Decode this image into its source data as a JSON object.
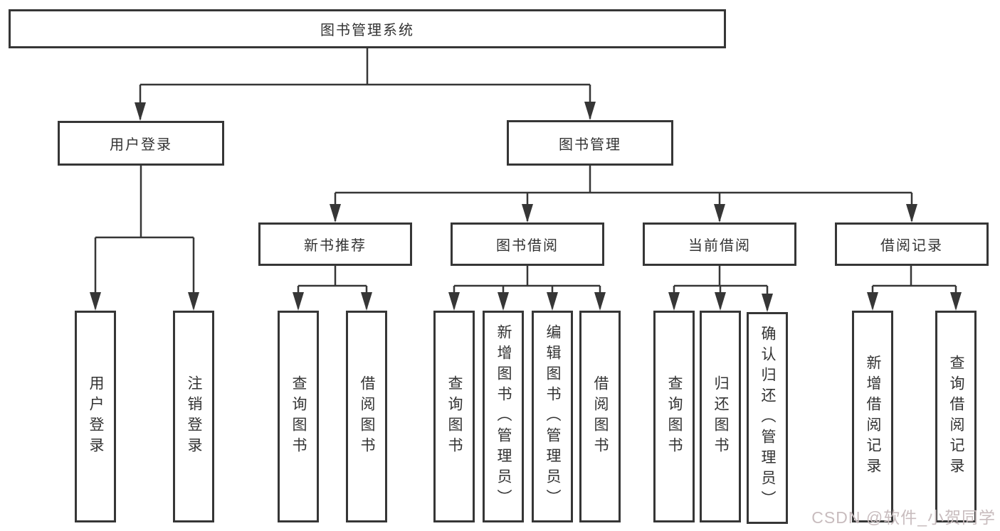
{
  "diagram": {
    "root": {
      "label": "图书管理系统"
    },
    "level2": [
      {
        "label": "用户登录"
      },
      {
        "label": "图书管理"
      }
    ],
    "level3": [
      {
        "label": "新书推荐"
      },
      {
        "label": "图书借阅"
      },
      {
        "label": "当前借阅"
      },
      {
        "label": "借阅记录"
      }
    ],
    "leaves": [
      {
        "label": "用户登录"
      },
      {
        "label": "注销登录"
      },
      {
        "label": "查询图书"
      },
      {
        "label": "借阅图书"
      },
      {
        "label": "查询图书"
      },
      {
        "label": "新增图书（管理员）"
      },
      {
        "label": "编辑图书（管理员）"
      },
      {
        "label": "借阅图书"
      },
      {
        "label": "查询图书"
      },
      {
        "label": "归还图书"
      },
      {
        "label": "确认归还（管理员）"
      },
      {
        "label": "新增借阅记录"
      },
      {
        "label": "查询借阅记录"
      }
    ]
  },
  "colors": {
    "line": "#363636",
    "text": "#333333",
    "box_background": "#ffffff",
    "watermark": "#c8bcbe"
  },
  "watermark": {
    "text": "CSDN @软件_小贺同学"
  }
}
